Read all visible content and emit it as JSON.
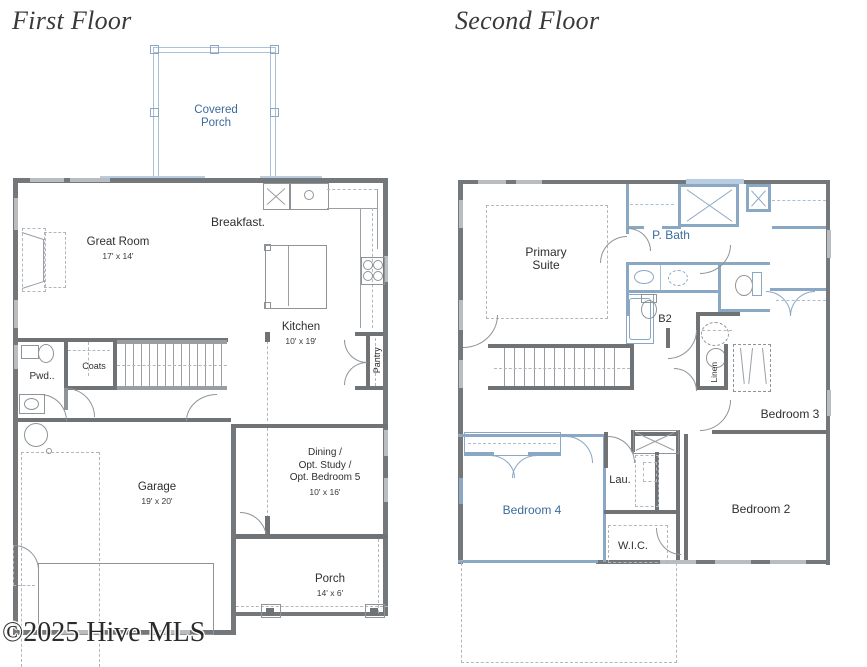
{
  "document": {
    "type": "residential-floor-plan",
    "watermark": "©2025 Hive MLS"
  },
  "floors": [
    {
      "id": "first",
      "title": "First Floor",
      "rooms": [
        {
          "name": "Covered Porch",
          "label_lines": [
            "Covered",
            "Porch"
          ],
          "dimensions": "",
          "color": "blue"
        },
        {
          "name": "Great Room",
          "label_lines": [
            "Great Room"
          ],
          "dimensions": "17' x 14'",
          "color": "black"
        },
        {
          "name": "Breakfast.",
          "label_lines": [
            "Breakfast."
          ],
          "dimensions": "",
          "color": "black"
        },
        {
          "name": "Kitchen",
          "label_lines": [
            "Kitchen"
          ],
          "dimensions": "10' x 19'",
          "color": "black"
        },
        {
          "name": "Pantry",
          "label_lines": [
            "Pantry"
          ],
          "dimensions": "",
          "color": "black"
        },
        {
          "name": "Coats",
          "label_lines": [
            "Coats"
          ],
          "dimensions": "",
          "color": "black"
        },
        {
          "name": "Pwd..",
          "label_lines": [
            "Pwd.."
          ],
          "dimensions": "",
          "color": "black"
        },
        {
          "name": "Garage",
          "label_lines": [
            "Garage"
          ],
          "dimensions": "19' x 20'",
          "color": "black"
        },
        {
          "name": "Dining / Opt. Study / Opt. Bedroom 5",
          "label_lines": [
            "Dining /",
            "Opt. Study /",
            "Opt. Bedroom 5"
          ],
          "dimensions": "10' x 16'",
          "color": "black"
        },
        {
          "name": "Porch",
          "label_lines": [
            "Porch"
          ],
          "dimensions": "14' x 6'",
          "color": "black"
        }
      ]
    },
    {
      "id": "second",
      "title": "Second Floor",
      "rooms": [
        {
          "name": "Primary Suite",
          "label_lines": [
            "Primary",
            "Suite"
          ],
          "dimensions": "",
          "color": "black"
        },
        {
          "name": "P. Bath",
          "label_lines": [
            "P. Bath"
          ],
          "dimensions": "",
          "color": "blue"
        },
        {
          "name": "B2",
          "label_lines": [
            "B2"
          ],
          "dimensions": "",
          "color": "black"
        },
        {
          "name": "Linen",
          "label_lines": [
            "Linen"
          ],
          "dimensions": "",
          "color": "black"
        },
        {
          "name": "Bedroom 3",
          "label_lines": [
            "Bedroom 3"
          ],
          "dimensions": "",
          "color": "black"
        },
        {
          "name": "Bedroom 2",
          "label_lines": [
            "Bedroom 2"
          ],
          "dimensions": "",
          "color": "black"
        },
        {
          "name": "Bedroom 4",
          "label_lines": [
            "Bedroom 4"
          ],
          "dimensions": "",
          "color": "blue"
        },
        {
          "name": "Lau.",
          "label_lines": [
            "Lau."
          ],
          "dimensions": "",
          "color": "black"
        },
        {
          "name": "W.I.C.",
          "label_lines": [
            "W.I.C."
          ],
          "dimensions": "",
          "color": "black"
        }
      ]
    }
  ],
  "labels": {
    "first_title": "First Floor",
    "second_title": "Second Floor",
    "covered_porch_l1": "Covered",
    "covered_porch_l2": "Porch",
    "great_room": "Great Room",
    "great_room_dim": "17' x 14'",
    "breakfast": "Breakfast.",
    "kitchen": "Kitchen",
    "kitchen_dim": "10' x 19'",
    "pantry": "Pantry",
    "coats": "Coats",
    "powder": "Pwd..",
    "garage": "Garage",
    "garage_dim": "19' x 20'",
    "dining_l1": "Dining /",
    "dining_l2": "Opt. Study /",
    "dining_l3": "Opt. Bedroom 5",
    "dining_dim": "10' x 16'",
    "porch": "Porch",
    "porch_dim": "14' x 6'",
    "primary_l1": "Primary",
    "primary_l2": "Suite",
    "pbath": "P. Bath",
    "b2": "B2",
    "linen": "Linen",
    "bedroom3": "Bedroom 3",
    "bedroom2": "Bedroom 2",
    "bedroom4": "Bedroom 4",
    "laundry": "Lau.",
    "wic": "W.I.C.",
    "watermark": "©2025 Hive MLS"
  },
  "colors": {
    "wall": "#6f7376",
    "wall_exterior": "#74787b",
    "blue_accent": "#3a6c9c",
    "blue_line": "#8aa7c4",
    "dash": "#b3b7bb",
    "text": "#2f2f2f",
    "background": "#ffffff"
  }
}
